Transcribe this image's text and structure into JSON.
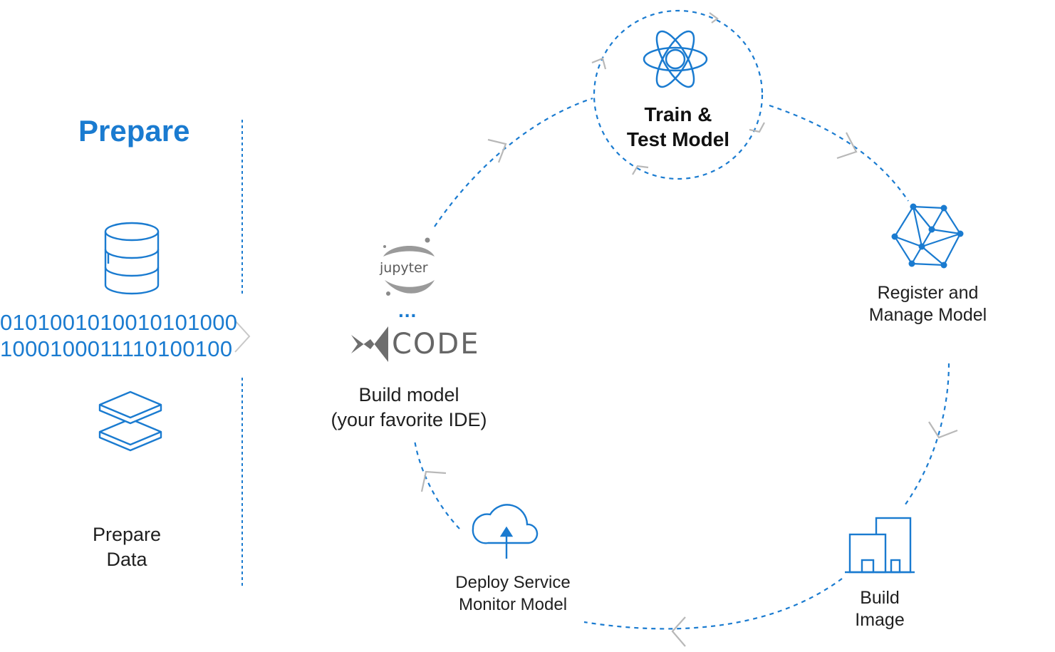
{
  "prepare": {
    "title": "Prepare",
    "binary_line1": "0101001010010101000",
    "binary_line2": "1000100011110100100",
    "data_label_line1": "Prepare",
    "data_label_line2": "Data"
  },
  "stages": {
    "train_line1": "Train &",
    "train_line2": "Test Model",
    "register_line1": "Register and",
    "register_line2": "Manage Model",
    "build_image_line1": "Build",
    "build_image_line2": "Image",
    "deploy_line1": "Deploy Service",
    "deploy_line2": "Monitor Model",
    "build_model_line1": "Build model",
    "build_model_line2": "(your favorite IDE)"
  },
  "logos": {
    "jupyter": "jupyter",
    "ellipsis": "...",
    "vscode": "CODE"
  },
  "colors": {
    "accent": "#1a7bd0",
    "text": "#1f1f1f",
    "arrow_gray": "#b8b8b8"
  },
  "icons": {
    "train": "atom-icon",
    "register": "network-icon",
    "build_image": "buildings-icon",
    "deploy": "cloud-upload-icon",
    "database": "database-icon",
    "layers": "layers-icon"
  }
}
